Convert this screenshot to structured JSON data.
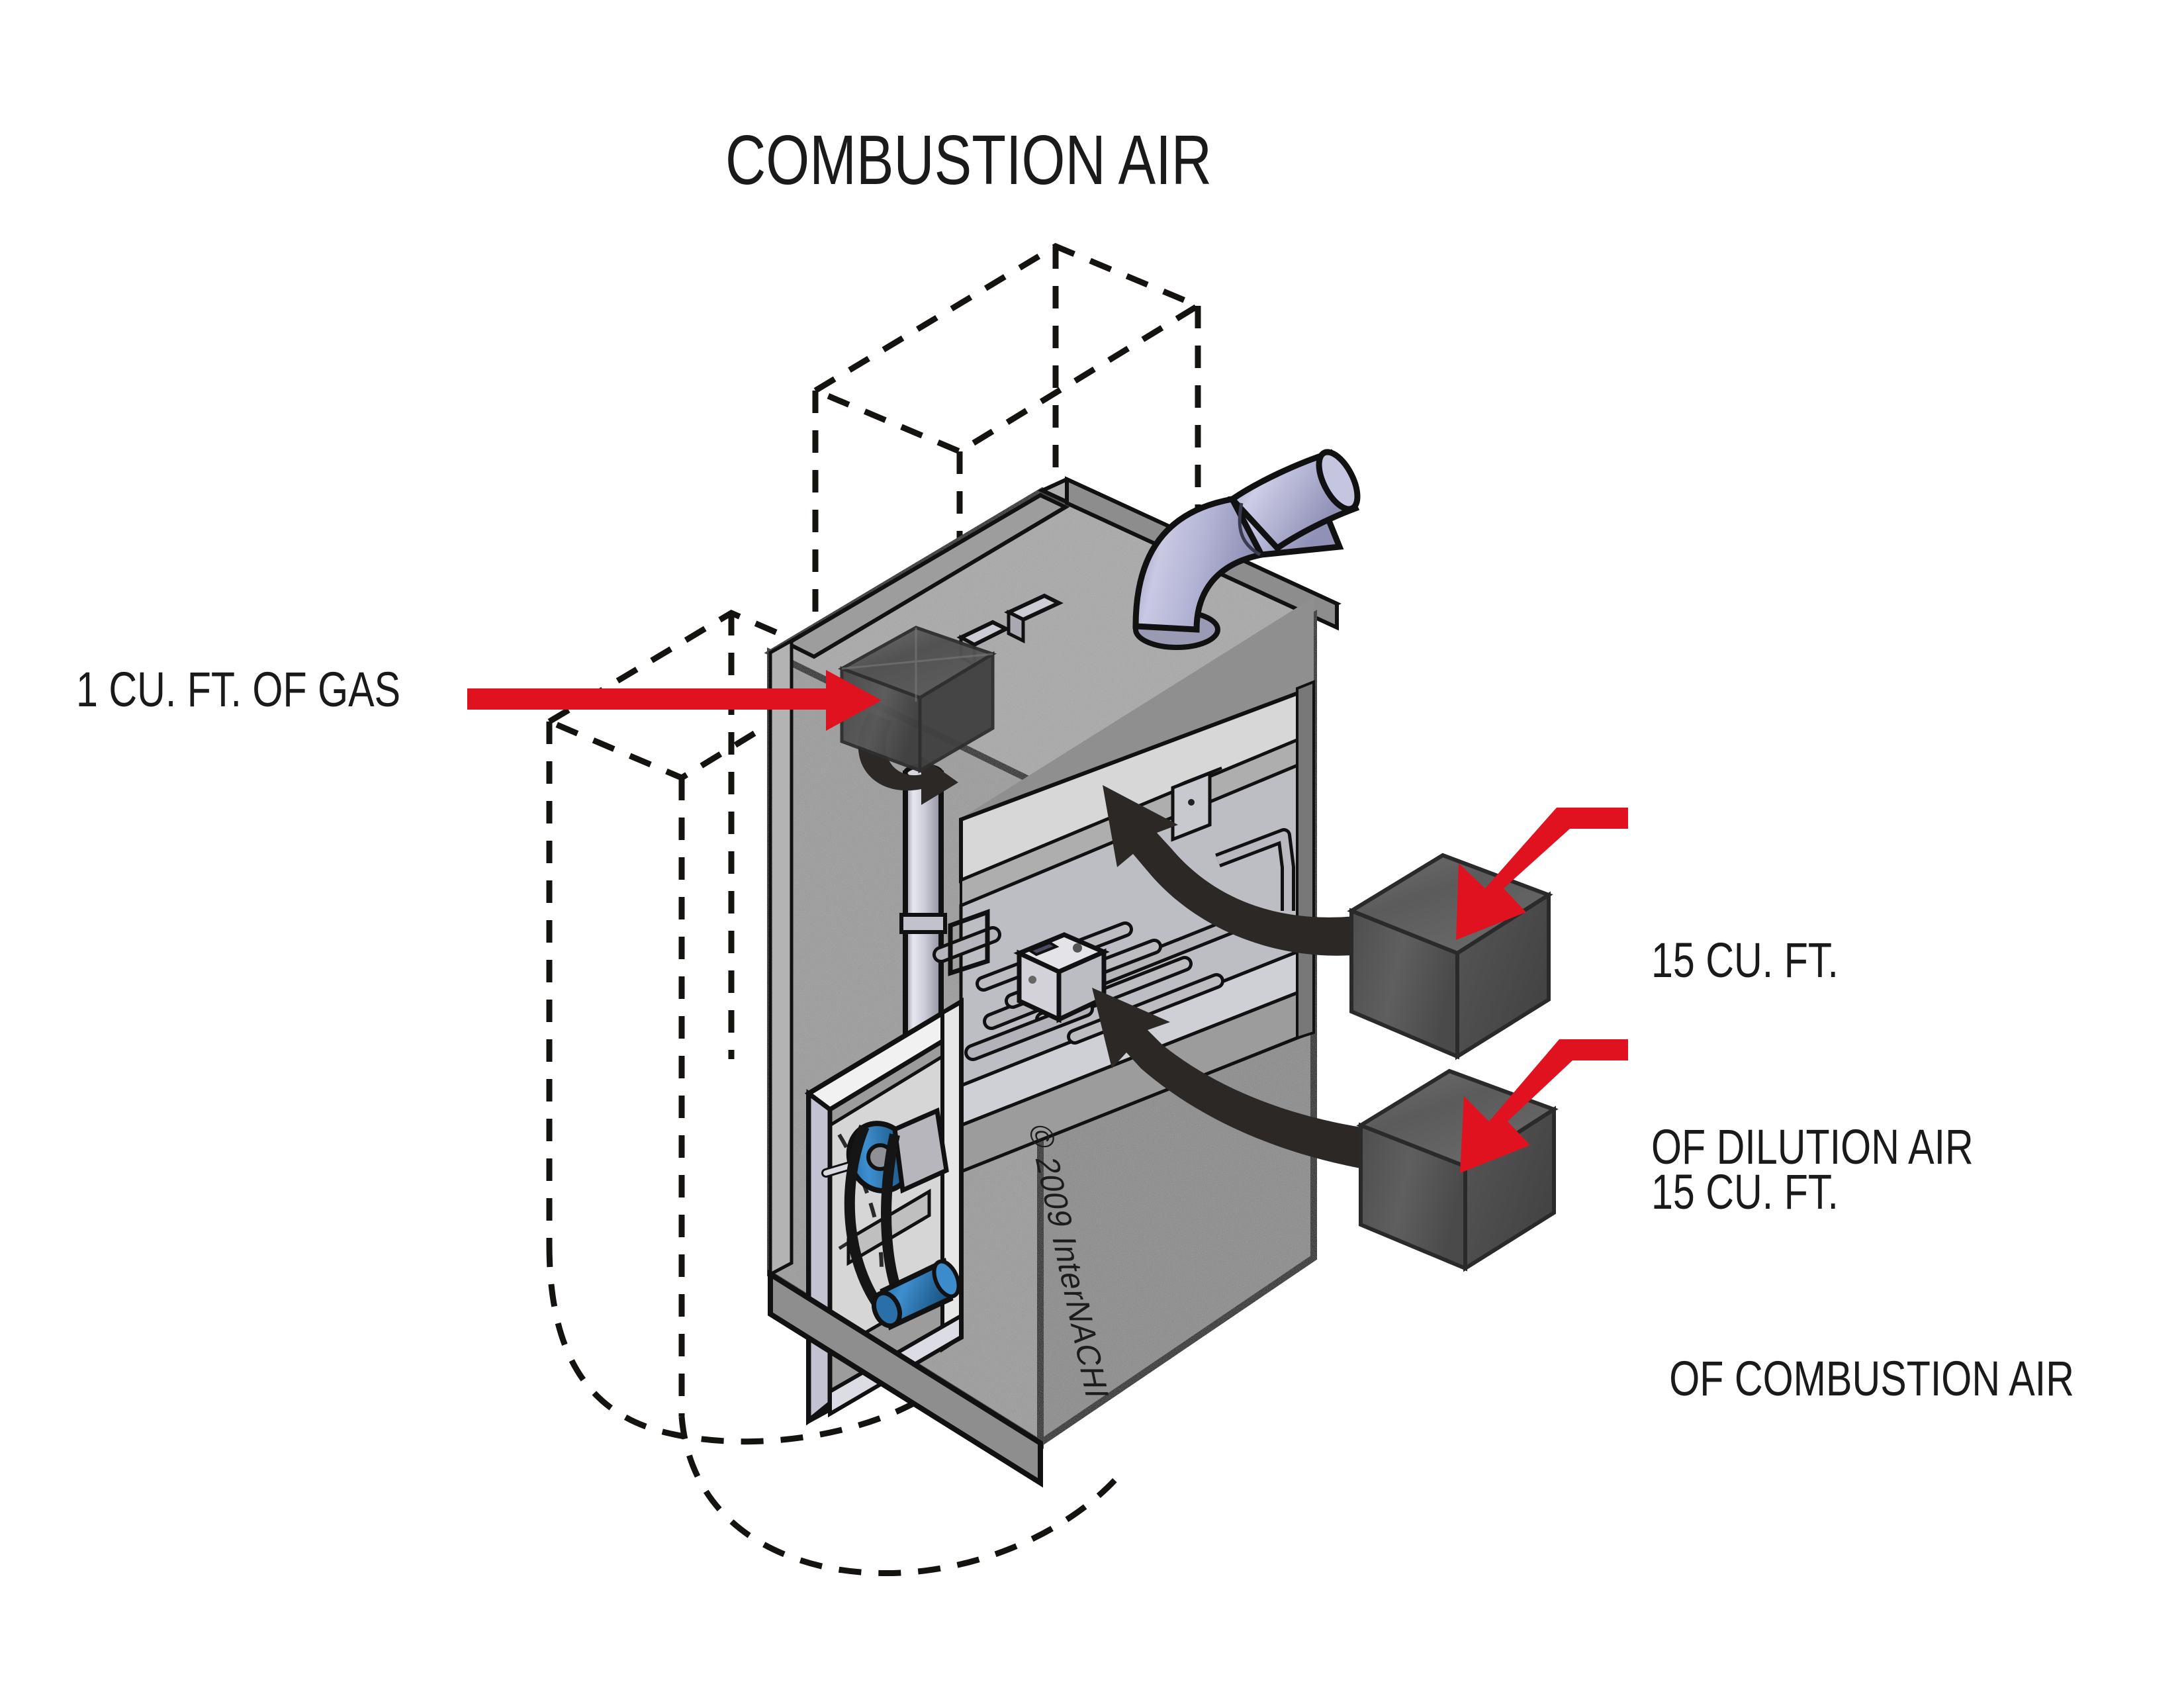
{
  "title": "COMBUSTION AIR",
  "labels": {
    "gas": "1 CU. FT. OF GAS",
    "dilution_line1": "15 CU. FT.",
    "dilution_line2": "OF DILUTION AIR",
    "combustion_line1": "15 CU. FT.",
    "combustion_line2": "OF COMBUSTION AIR"
  },
  "copyright": "© 2009 InterNACHI",
  "colors": {
    "arrow_red": "#e1121f",
    "arrow_black": "#2b2826",
    "cabinet_gray": "#9a9a9a",
    "cabinet_gray_dark": "#848484",
    "cabinet_top": "#a5a5a5",
    "flue_lavender": "#b8b8d8",
    "blower_blue": "#2f7fc0",
    "air_cube_dark": "#565656",
    "air_cube_top": "#6d6d6d",
    "gas_cube": "#4d4d4d",
    "outline": "#111111",
    "text": "#1a1a1a",
    "panel_light": "#d5d5d5",
    "panel_pale": "#c3c3cf"
  },
  "diagram": {
    "type": "cutaway-isometric-illustration",
    "subject": "gas furnace combustion air requirements",
    "callouts": [
      {
        "name": "gas-input",
        "text": "1 CU. FT. OF GAS",
        "arrow": "red",
        "target": "gas-volume-cube"
      },
      {
        "name": "dilution-air",
        "text": "15 CU. FT. OF DILUTION AIR",
        "arrow": "red",
        "target": "dilution-air-cube"
      },
      {
        "name": "combustion-air",
        "text": "15 CU. FT. OF COMBUSTION AIR",
        "arrow": "red",
        "target": "combustion-air-cube"
      }
    ],
    "flow_arrows": [
      {
        "name": "gas-to-manifold",
        "color": "black",
        "from": "gas-volume-cube",
        "to": "gas-supply-pipe"
      },
      {
        "name": "dilution-air-to-draft-hood",
        "color": "black",
        "from": "dilution-air-cube",
        "to": "draft-diverter"
      },
      {
        "name": "combustion-air-to-burners",
        "color": "black",
        "from": "combustion-air-cube",
        "to": "burner-manifold"
      }
    ],
    "parts": [
      "furnace-cabinet",
      "top-plenum",
      "flue-pipe",
      "draft-diverter",
      "gas-supply-pipe",
      "gas-valve",
      "burner-manifold",
      "burners",
      "blower-compartment",
      "blower-wheel",
      "blower-motor",
      "drive-belt",
      "supply-duct-outline",
      "return-duct-outline"
    ]
  }
}
